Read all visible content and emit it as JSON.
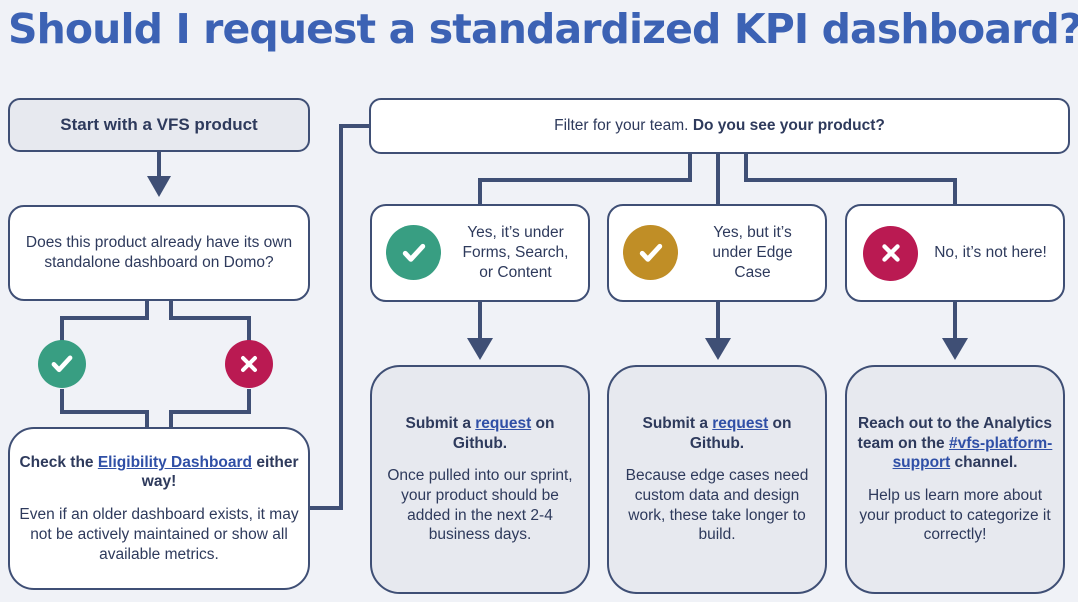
{
  "page": {
    "title": "Should I request a standardized KPI dashboard?",
    "background_color": "#f0f2f7",
    "title_color": "#3c62b4",
    "node_border_color": "#3f4f75",
    "node_fill_white": "#ffffff",
    "node_fill_gray": "#e7e9ef",
    "link_color": "#2f4fa6",
    "badge_green": "#389e82",
    "badge_gold": "#c08e26",
    "badge_crimson": "#ba1a52"
  },
  "nodes": {
    "start": {
      "text": "Start with a VFS product"
    },
    "has_dashboard": {
      "text": "Does this product already have its own standalone dashboard on Domo?"
    },
    "check_eligibility": {
      "line1_a": "Check the ",
      "line1_link": "Eligibility Dashboard",
      "line1_b": " either way!",
      "body": "Even if an older dashboard exists, it may not be actively maintained or show all available metrics."
    },
    "filter_team": {
      "text_regular": "Filter for your team. ",
      "text_bold": "Do you see your product?"
    },
    "yes_forms": {
      "icon": "check-circle-icon",
      "text": "Yes, it’s under Forms, Search, or Content"
    },
    "yes_edge": {
      "icon": "check-circle-icon",
      "text": "Yes, but it’s under Edge Case"
    },
    "not_here": {
      "icon": "x-circle-icon",
      "text": "No, it’s not here!"
    },
    "submit_forms": {
      "heading_a": "Submit a ",
      "heading_link": "request",
      "heading_b": " on Github.",
      "body": "Once pulled into our sprint, your product should be added in the next 2-4 business days."
    },
    "submit_edge": {
      "heading_a": "Submit a ",
      "heading_link": "request",
      "heading_b": " on Github.",
      "body": "Because edge cases need custom data and design work, these take longer to build."
    },
    "reach_analytics": {
      "heading_a": "Reach out to the Analytics team on the ",
      "heading_link": "#vfs-platform-support",
      "heading_b": " channel.",
      "body": "Help us  learn more about your product to categorize it correctly!"
    }
  },
  "decision_badges": {
    "yes": "check-circle-icon",
    "no": "x-circle-icon"
  }
}
